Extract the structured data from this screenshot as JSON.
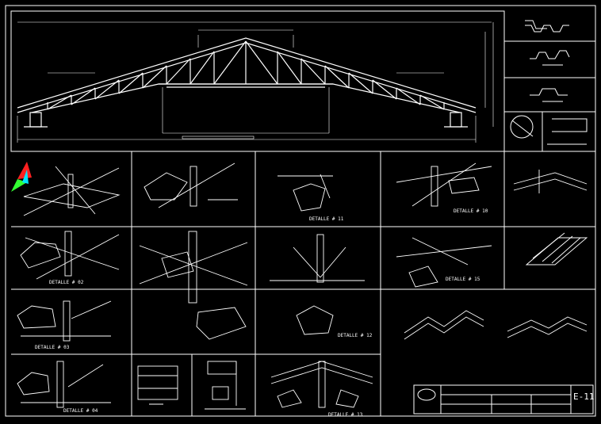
{
  "sheet": {
    "background": "#000000",
    "line_color": "#ffffff",
    "accent_red": "#ff2020",
    "accent_green": "#33ff33",
    "accent_cyan": "#00e5ff"
  },
  "details": {
    "d11": "DETALLE # 11",
    "d10": "DETALLE # 10",
    "d02": "DETALLE # 02",
    "d03": "DETALLE # 03",
    "d15": "DETALLE # 15",
    "d12": "DETALLE # 12",
    "d04": "DETALLE # 04",
    "d13": "DETALLE # 13"
  },
  "title_block": {
    "sheet_number": "E-11"
  }
}
